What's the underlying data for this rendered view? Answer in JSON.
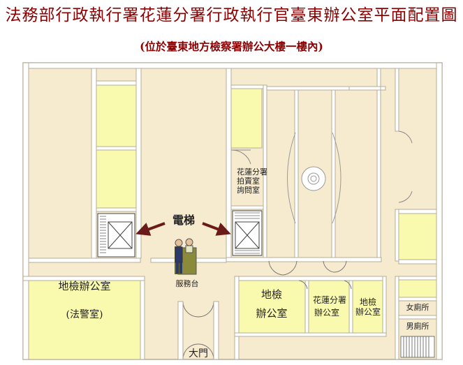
{
  "title": "法務部行政執行署花蓮分署行政執行官臺東辦公室平面配置圖",
  "subtitle": "(位於臺東地方檢察署辦公大樓一樓內)",
  "labels": {
    "elevator": "電梯",
    "service_desk": "服務台",
    "prosecutor_office_1": "地檢辦公室",
    "police_room": "(法警室)",
    "auction_room": [
      "花蓮分署",
      "拍賣室",
      "詢問室"
    ],
    "prosecutor_office_2": [
      "地檢",
      "辦公室"
    ],
    "branch_office": [
      "花蓮分署",
      "辦公室"
    ],
    "prosecutor_office_3": [
      "地檢",
      "辦公室"
    ],
    "womens_restroom": "女廁所",
    "mens_restroom": "男廁所",
    "main_gate": "大門"
  },
  "colors": {
    "title": "#8b0000",
    "floor": "#f7ebcf",
    "room_highlight": "#fafaaf",
    "wall": "#ffffff",
    "wall_outline": "#b5ac98",
    "arrow": "#6b1a1a"
  }
}
